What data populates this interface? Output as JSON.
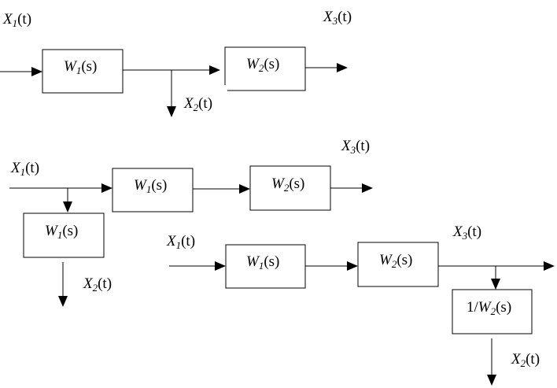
{
  "diagram_a": {
    "input_var": "X",
    "input_sub": "1",
    "input_arg": "(t)",
    "block1": {
      "var": "W",
      "sub": "1",
      "arg": "(s)"
    },
    "block2": {
      "var": "W",
      "sub": "2",
      "arg": "(s)"
    },
    "branch_var": "X",
    "branch_sub": "2",
    "branch_arg": "(t)",
    "output_var": "X",
    "output_sub": "3",
    "output_arg": "(t)"
  },
  "diagram_b": {
    "input_var": "X",
    "input_sub": "1",
    "input_arg": "(t)",
    "block1": {
      "var": "W",
      "sub": "1",
      "arg": "(s)"
    },
    "block2": {
      "var": "W",
      "sub": "2",
      "arg": "(s)"
    },
    "block3": {
      "var": "W",
      "sub": "1",
      "arg": "(s)"
    },
    "branch_var": "X",
    "branch_sub": "2",
    "branch_arg": "(t)",
    "output_var": "X",
    "output_sub": "3",
    "output_arg": "(t)"
  },
  "diagram_c": {
    "input_var": "X",
    "input_sub": "1",
    "input_arg": "(t)",
    "block1": {
      "var": "W",
      "sub": "1",
      "arg": "(s)"
    },
    "block2": {
      "var": "W",
      "sub": "2",
      "arg": "(s)"
    },
    "block3": {
      "prefix": "1/",
      "var": "W",
      "sub": "2",
      "arg": "(s)"
    },
    "branch_var": "X",
    "branch_sub": "2",
    "branch_arg": "(t)",
    "output_var": "X",
    "output_sub": "3",
    "output_arg": "(t)"
  }
}
